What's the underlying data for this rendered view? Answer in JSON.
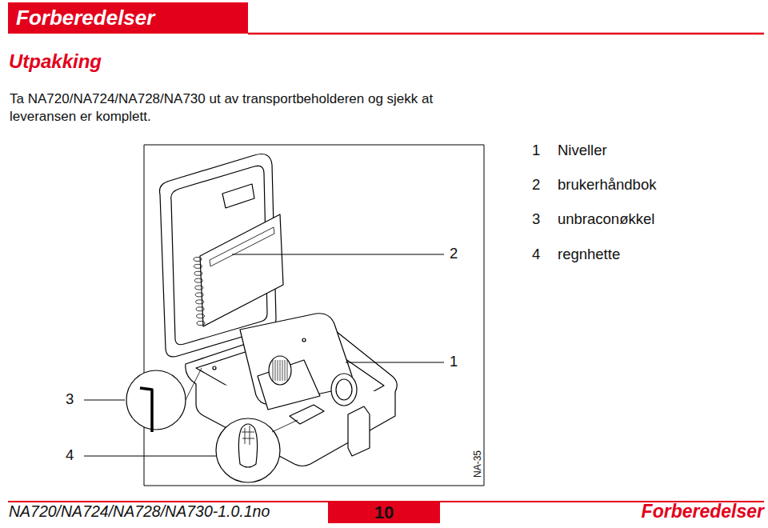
{
  "diagram": {
    "title": "Utpakking",
    "nodes": [
      {
        "text": [
          "Forberedelser"
        ]
      },
      {
        "text": [
          "10"
        ]
      }
    ],
    "labels": [
      "Ta NA720/NA724/NA728/NA730 ut av transportbeholderen og sjekk at leveransen er komplett.",
      "1",
      "Niveller",
      "2",
      "brukerhåndbok",
      "3",
      "unbraconøkkel",
      "4",
      "regnhette",
      "2",
      "1",
      "3",
      "4",
      "NA-35",
      "NA720/NA724/NA728/NA730-1.0.1no",
      "Forberedelser"
    ]
  }
}
